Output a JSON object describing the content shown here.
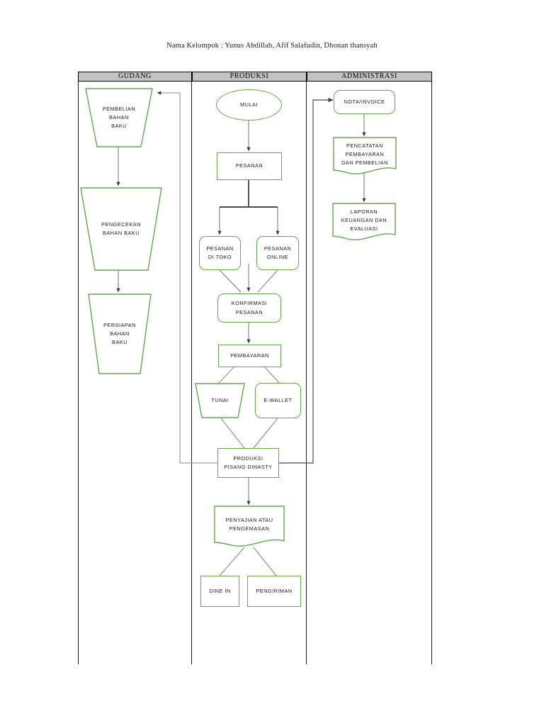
{
  "document": {
    "title": "Nama Kelompok : Yunus Abdillah, Afif Salafudin, Dhonan thansyah"
  },
  "diagram": {
    "type": "swimlane-flowchart",
    "shape_border_color": "#63a84d",
    "header_fill_color": "#c3c3c3",
    "connector_color": "#4d4d4d",
    "lanes": [
      {
        "id": "gudang",
        "label": "GUDANG"
      },
      {
        "id": "produksi",
        "label": "PRODUKSI"
      },
      {
        "id": "administrasi",
        "label": "ADMINISTRASI"
      }
    ],
    "nodes": {
      "pembelian_bahan_baku": {
        "label": "PEMBELIAN\nBAHAN\nBAKU",
        "shape": "trapezoid",
        "lane": "gudang"
      },
      "pengecekan_bahan_baku": {
        "label": "PENGECEKAN\nBAHAN BAKU",
        "shape": "trapezoid",
        "lane": "gudang"
      },
      "persiapan_bahan_baku": {
        "label": "PERSIAPAN\nBAHAN\nBAKU",
        "shape": "trapezoid",
        "lane": "gudang"
      },
      "mulai": {
        "label": "MULAI",
        "shape": "oval",
        "lane": "produksi"
      },
      "pesanan": {
        "label": "PESANAN",
        "shape": "rectangle",
        "lane": "produksi"
      },
      "pesanan_di_toko": {
        "label": "PESANAN\nDI TOKO",
        "shape": "rounded-rectangle",
        "lane": "produksi"
      },
      "pesanan_online": {
        "label": "PESANAN\nONLINE",
        "shape": "rounded-rectangle",
        "lane": "produksi"
      },
      "konfirmasi_pesanan": {
        "label": "KONFIRMASI\nPESANAN",
        "shape": "rounded-rectangle",
        "lane": "produksi"
      },
      "pembayaran": {
        "label": "PEMBAYARAN",
        "shape": "rectangle",
        "lane": "produksi"
      },
      "tunai": {
        "label": "TUNAI",
        "shape": "trapezoid",
        "lane": "produksi"
      },
      "e_wallet": {
        "label": "E-WALLET",
        "shape": "rounded-rectangle",
        "lane": "produksi"
      },
      "produksi_pisang_dinasty": {
        "label": "PRODUKSI\nPISANG DINASTY",
        "shape": "rectangle",
        "lane": "produksi"
      },
      "penyajian_atau_pengemasan": {
        "label": "PENYAJIAN ATAU\nPENGEMASAN",
        "shape": "document",
        "lane": "produksi"
      },
      "dine_in": {
        "label": "DINE IN",
        "shape": "rectangle",
        "lane": "produksi"
      },
      "pengiriman": {
        "label": "PENGIRIMAN",
        "shape": "rectangle",
        "lane": "produksi"
      },
      "nota_invoice": {
        "label": "NOTA/INVOICE",
        "shape": "rounded-rectangle",
        "lane": "administrasi"
      },
      "pencatatan_pembayaran": {
        "label": "PENCATATAN\nPEMBAYARAN\nDAN PEMBELIAN",
        "shape": "document",
        "lane": "administrasi"
      },
      "laporan_keuangan": {
        "label": "LAPORAN\nKEUANGAN DAN\nEVALUASI",
        "shape": "document",
        "lane": "administrasi"
      }
    },
    "edges": [
      {
        "from": "pembelian_bahan_baku",
        "to": "pengecekan_bahan_baku"
      },
      {
        "from": "pengecekan_bahan_baku",
        "to": "persiapan_bahan_baku"
      },
      {
        "from": "mulai",
        "to": "pesanan"
      },
      {
        "from": "pesanan",
        "to": "pesanan_di_toko"
      },
      {
        "from": "pesanan",
        "to": "pesanan_online"
      },
      {
        "from": "pesanan_di_toko",
        "to": "konfirmasi_pesanan"
      },
      {
        "from": "pesanan_online",
        "to": "konfirmasi_pesanan"
      },
      {
        "from": "konfirmasi_pesanan",
        "to": "pembayaran"
      },
      {
        "from": "pembayaran",
        "to": "tunai"
      },
      {
        "from": "pembayaran",
        "to": "e_wallet"
      },
      {
        "from": "tunai",
        "to": "produksi_pisang_dinasty"
      },
      {
        "from": "e_wallet",
        "to": "produksi_pisang_dinasty"
      },
      {
        "from": "produksi_pisang_dinasty",
        "to": "penyajian_atau_pengemasan"
      },
      {
        "from": "produksi_pisang_dinasty",
        "to": "pembelian_bahan_baku"
      },
      {
        "from": "produksi_pisang_dinasty",
        "to": "nota_invoice"
      },
      {
        "from": "penyajian_atau_pengemasan",
        "to": "dine_in"
      },
      {
        "from": "penyajian_atau_pengemasan",
        "to": "pengiriman"
      },
      {
        "from": "nota_invoice",
        "to": "pencatatan_pembayaran"
      },
      {
        "from": "pencatatan_pembayaran",
        "to": "laporan_keuangan"
      }
    ]
  }
}
